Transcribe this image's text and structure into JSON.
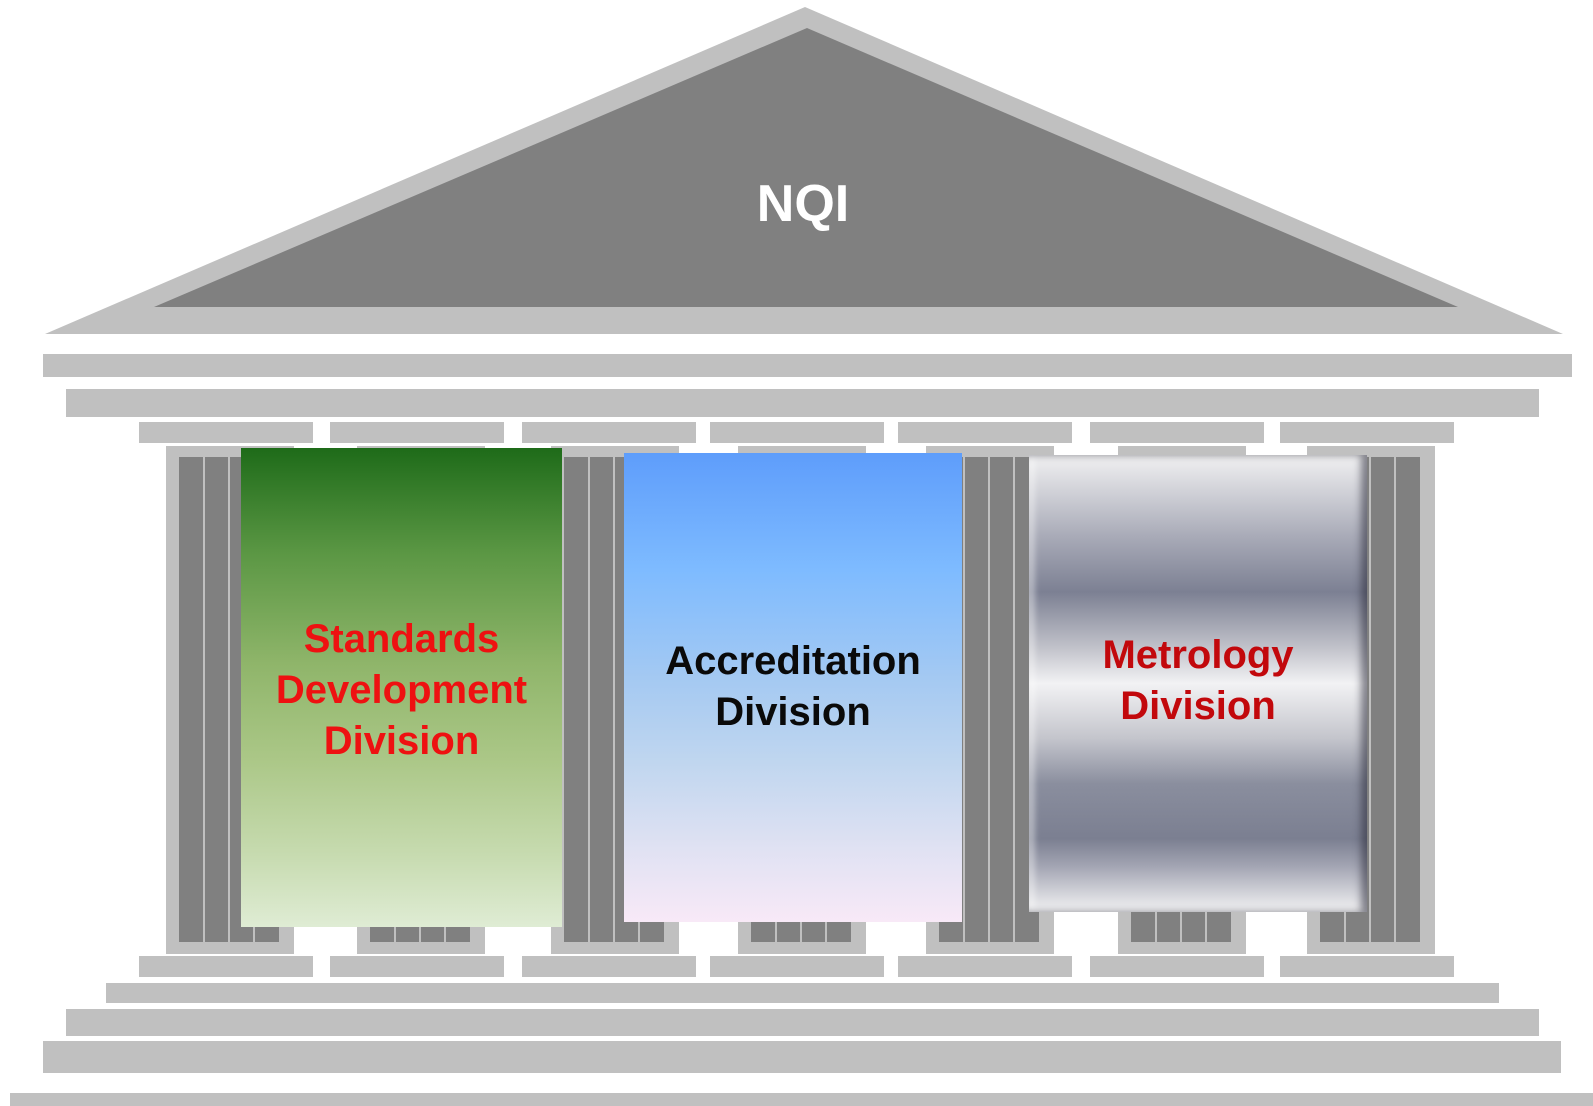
{
  "roof_label": "NQI",
  "pillars": [
    {
      "lines": [
        "Standards",
        "Development",
        "Division"
      ],
      "text_color": "#ee1111"
    },
    {
      "lines": [
        "Accreditation",
        "Division"
      ],
      "text_color": "#0a0a0a"
    },
    {
      "lines": [
        "Metrology",
        "Division"
      ],
      "text_color": "#c2080c"
    }
  ],
  "colors": {
    "roof_outer": "#c0c0c0",
    "roof_inner": "#808080",
    "structure_light": "#c0c0c0",
    "column_dark": "#808080"
  }
}
